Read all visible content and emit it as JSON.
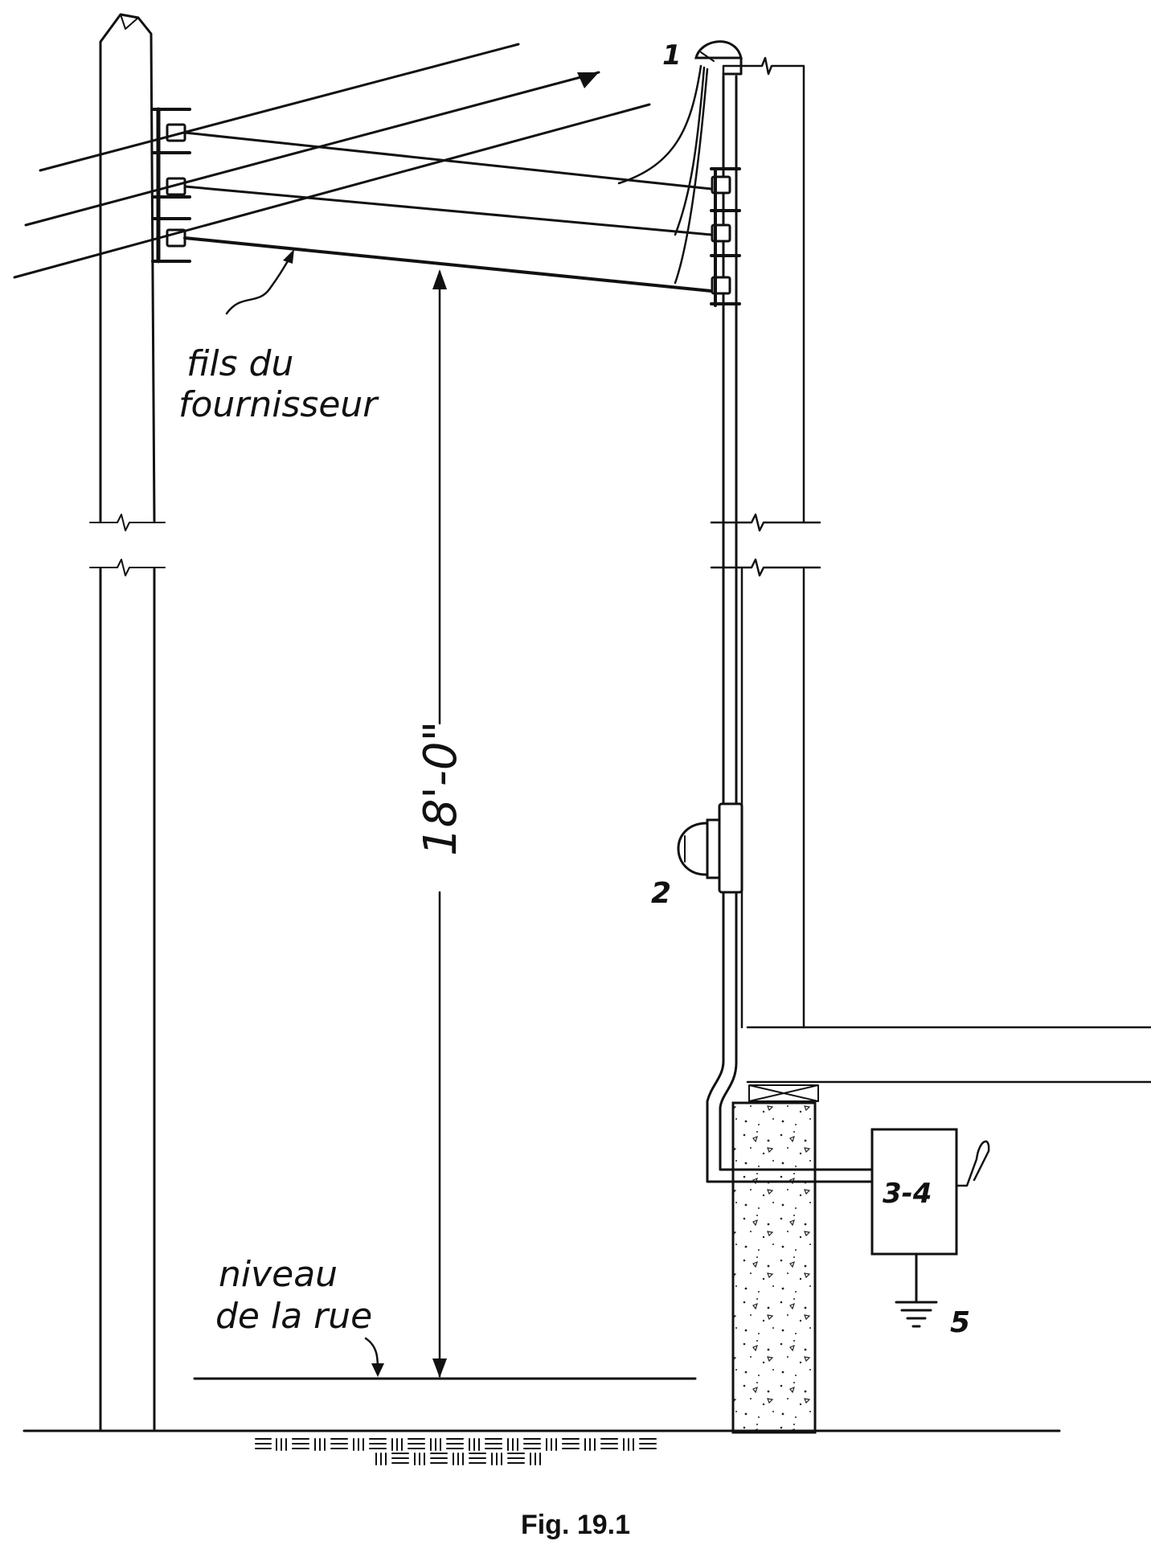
{
  "labels": {
    "supplier_wires": [
      "fils du",
      "fournisseur"
    ],
    "street_level": [
      "niveau",
      "de la rue"
    ],
    "clearance": "18'-0\"",
    "item_1": "1",
    "item_2": "2",
    "item_3_4": "3-4",
    "item_5": "5"
  },
  "caption": "Fig. 19.1"
}
